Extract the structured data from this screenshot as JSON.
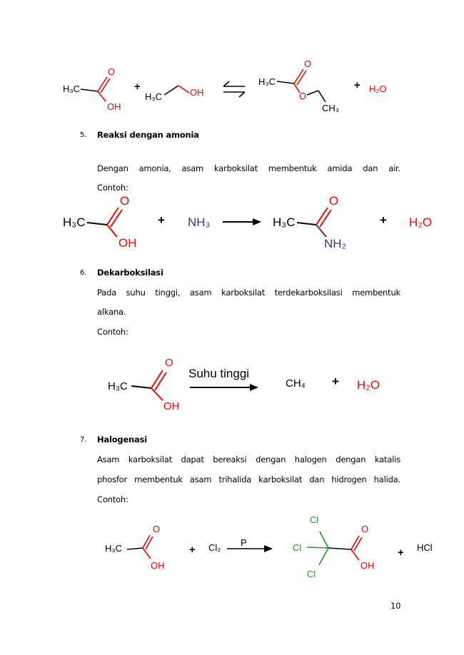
{
  "reaction_esterification": {
    "acid_ch3": "H₃C",
    "acid_o": "O",
    "acid_oh": "OH",
    "plus1": "+",
    "ethanol_ch3": "H₃C",
    "ethanol_oh": "OH",
    "ester_ch3": "H₃C",
    "ester_o_top": "O",
    "ester_o": "O",
    "ester_ch3_end": "CH₃",
    "plus2": "+",
    "water": "H₂O"
  },
  "sections": [
    {
      "number": "5.",
      "title": "Reaksi dengan amonia",
      "lines": [
        "Dengan amonia, asam karboksilat membentuk amida dan air.",
        "Contoh:"
      ]
    },
    {
      "number": "6.",
      "title": "Dekarboksilasi",
      "lines": [
        "Pada suhu tinggi, asam karboksilat terdekarboksilasi membentuk",
        "alkana.",
        "Contoh:"
      ]
    },
    {
      "number": "7.",
      "title": "Halogenasi",
      "lines": [
        "Asam karboksilat dapat bereaksi dengan halogen dengan katalis",
        "phosfor membentuk asam trihalida karboksilat dan hidrogen halida.",
        "Contoh:"
      ]
    }
  ],
  "reaction_amide": {
    "acid_ch3": "H₃C",
    "acid_o": "O",
    "acid_oh": "OH",
    "plus1": "+",
    "ammonia": "NH₃",
    "amide_ch3": "H₃C",
    "amide_o": "O",
    "amide_nh2": "NH₂",
    "plus2": "+",
    "water": "H₂O"
  },
  "reaction_decarboxylation": {
    "acid_ch3": "H₃C",
    "acid_o": "O",
    "acid_oh": "OH",
    "condition": "Suhu tinggi",
    "methane": "CH₄",
    "plus": "+",
    "water": "H₂O"
  },
  "reaction_halogenation": {
    "acid_ch3": "H₃C",
    "acid_o": "O",
    "acid_oh": "OH",
    "plus1": "+",
    "chlorine": "Cl₂",
    "catalyst": "P",
    "cl_top": "Cl",
    "cl_left": "Cl",
    "cl_bottom": "Cl",
    "product_o": "O",
    "product_oh": "OH",
    "plus2": "+",
    "hcl": "HCl"
  },
  "page_number": "10",
  "colors": {
    "oxygen": "#ff0000",
    "nitrogen": "#33339a",
    "chlorine": "#1a9e1a"
  }
}
